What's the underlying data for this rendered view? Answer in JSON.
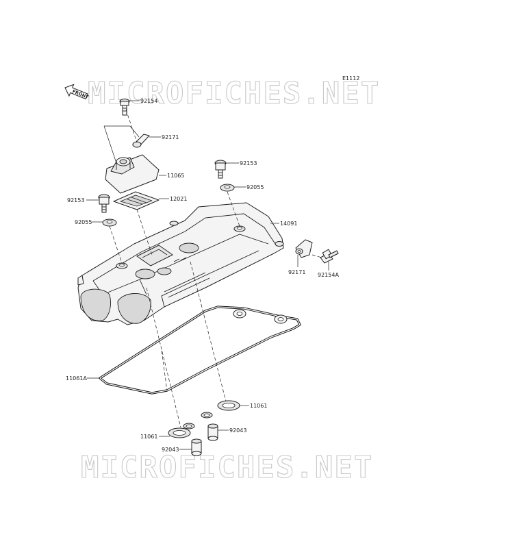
{
  "diagram_code": "E1112",
  "watermarks": [
    "MICROFICHES.NET",
    "MICROFICHES.NET"
  ],
  "front_arrow": "FRONT",
  "callouts": {
    "p92154": "92154",
    "p92171_top": "92171",
    "p11065": "11065",
    "p92153_right": "92153",
    "p92055_right": "92055",
    "p92153_left": "92153",
    "p12021": "12021",
    "p92055_left": "92055",
    "p14091": "14091",
    "p92171_right": "92171",
    "p92154A": "92154A",
    "p11061A": "11061A",
    "p11061_right": "11061",
    "p92043_right": "92043",
    "p11061_left": "11061",
    "p92043_left": "92043"
  }
}
